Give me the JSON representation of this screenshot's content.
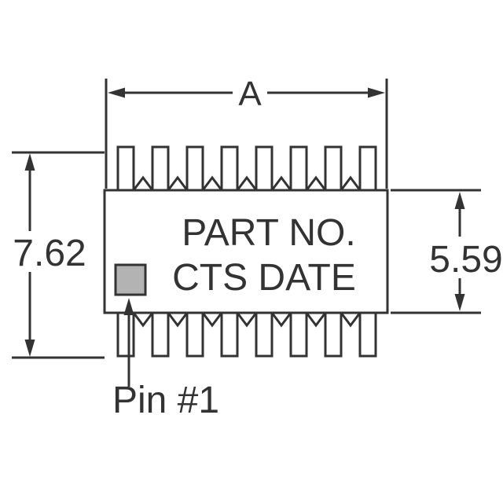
{
  "diagram": {
    "labels": {
      "width_dim": "A",
      "overall_height_dim": "7.62",
      "body_height_dim": "5.59",
      "body_line1": "PART NO.",
      "body_line2": "CTS DATE",
      "pin1_callout": "Pin #1"
    },
    "pins": {
      "top_count": 8,
      "bottom_count": 8
    },
    "colors": {
      "line": "#333333",
      "pin1_marker_fill": "#b3b3b3",
      "background": "#ffffff"
    }
  }
}
